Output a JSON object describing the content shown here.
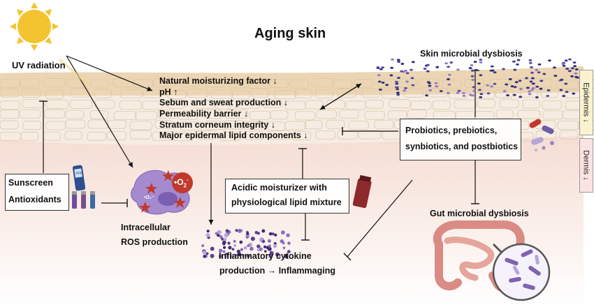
{
  "title": "Aging skin",
  "uv_radiation": "UV radiation",
  "skin_changes": [
    "Natural moisturizing factor ↓",
    "pH ↑",
    "Sebum and sweat production  ↓",
    "Permeability barrier ↓",
    "Stratum corneum integrity ↓",
    "Major epidermal lipid components ↓"
  ],
  "skin_microbial_dysbiosis": "Skin microbial dysbiosis",
  "probiotics": [
    "Probiotics, prebiotics,",
    "synbiotics, and postbiotics"
  ],
  "gut_microbial_dysbiosis": "Gut microbial dysbiosis",
  "protection": [
    "Sunscreen",
    "Antioxidants"
  ],
  "ros": [
    "Intracellular",
    "ROS production"
  ],
  "ros_badge": "•O",
  "ros_badge_sub": "2",
  "ros_badge_sup": "-",
  "ros_small_label": "•O₂⁻",
  "moisturizer": [
    "Acidic moisturizer with",
    "physiological lipid mixture"
  ],
  "cytokine": [
    "Inflammatory cytokine",
    "production → Inflammaging"
  ],
  "layers": {
    "epidermis": "Epidermis ↓",
    "dermis": "Dermis ↓"
  },
  "sunscreen_tube_text": "SPF\n50",
  "colors": {
    "sun": "#f4c430",
    "dermis_top": "#f7e3dc",
    "ros_cell": "#9b7fc4",
    "ros_badge": "#c0392b",
    "bacteria": "#3b3b8f",
    "gut": "#d98b84"
  }
}
